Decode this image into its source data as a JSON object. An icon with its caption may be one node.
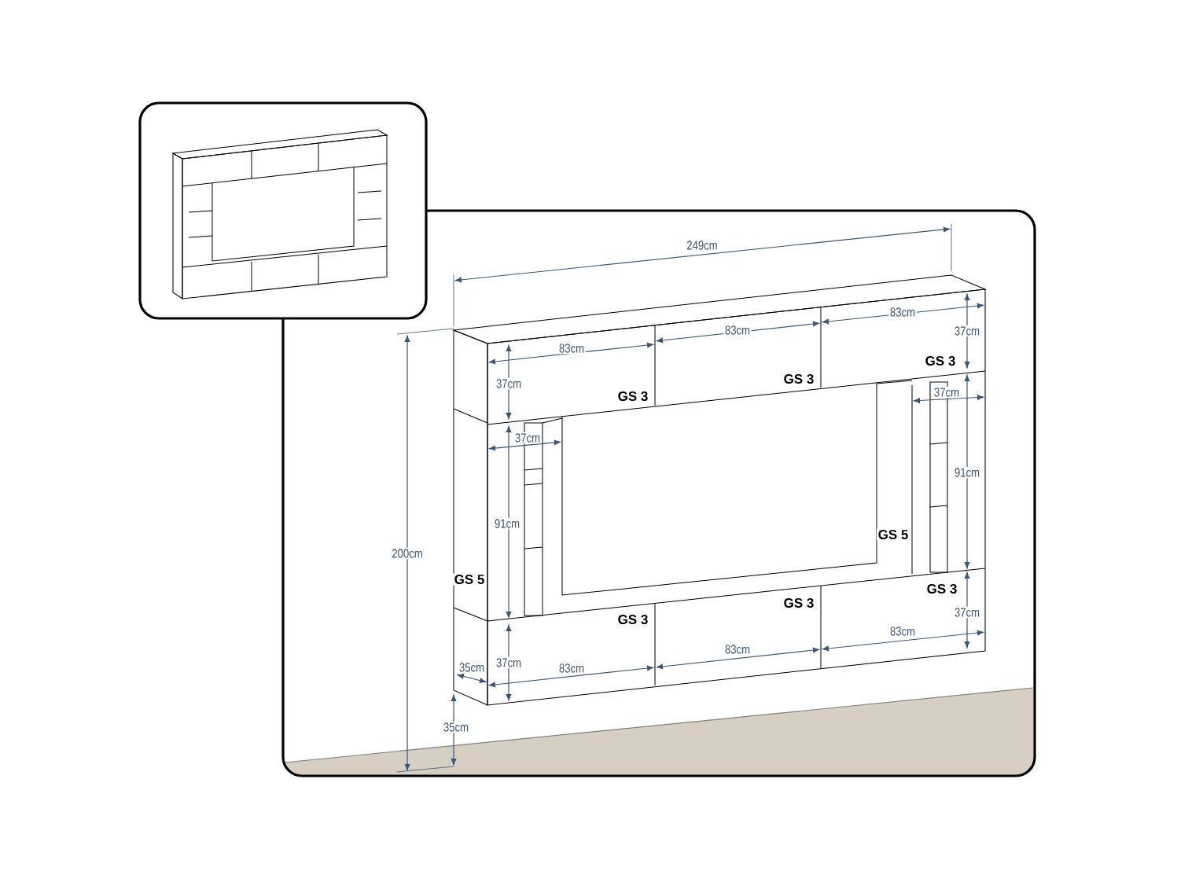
{
  "diagram": {
    "labels": [
      "249cm",
      "83cm",
      "83cm",
      "37cm",
      "83cm",
      "GS 3",
      "GS 3",
      "37cm",
      "37cm",
      "GS 3",
      "37cm",
      "91cm",
      "91cm",
      "GS 5",
      "200cm",
      "GS 5",
      "GS 3",
      "GS 3",
      "37cm",
      "GS 3",
      "83cm",
      "83cm",
      "37cm",
      "35cm",
      "83cm",
      "35cm"
    ]
  }
}
